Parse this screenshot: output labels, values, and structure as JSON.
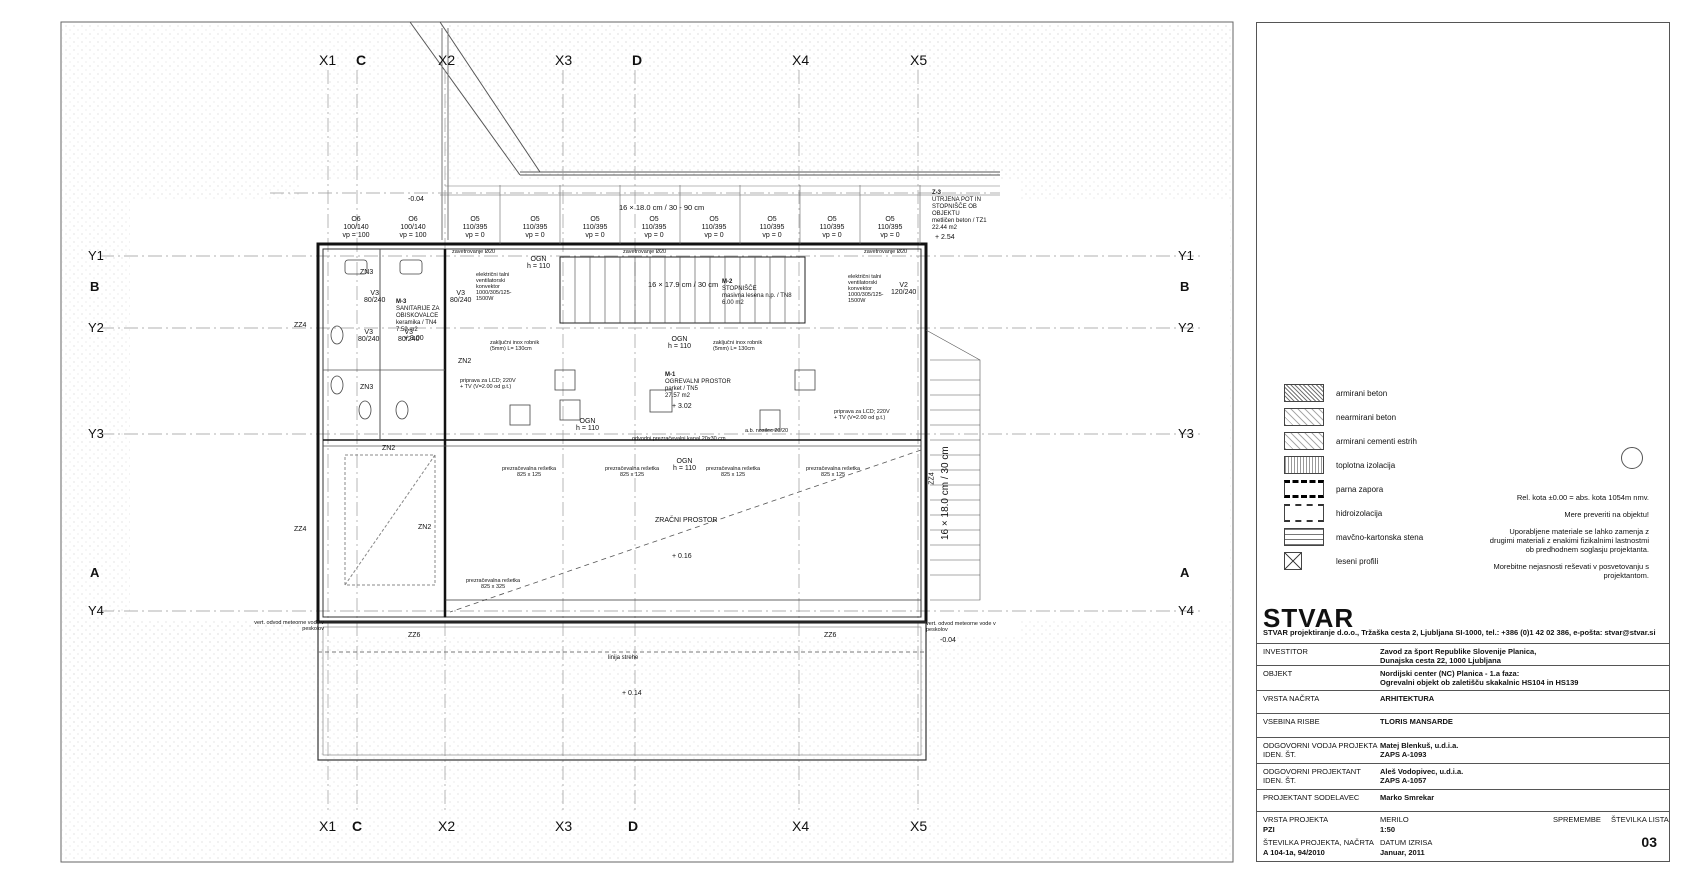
{
  "grid": {
    "x_axes": [
      "X1",
      "X2",
      "X3",
      "X4",
      "X5"
    ],
    "letters_top": [
      "C",
      "D"
    ],
    "y_axes": [
      "Y1",
      "Y2",
      "Y3",
      "Y4"
    ],
    "side_letters": [
      "B",
      "A"
    ]
  },
  "levels": [
    "-0.04",
    "+ 3.00",
    "+ 3.02",
    "+ 2.54",
    "+ 0.16",
    "+ 0.14",
    "-0.04"
  ],
  "stair_label_top": "16 × 18.0 cm / 30 - 90 cm",
  "stair_label_mid": "16 × 17.9 cm / 30 cm",
  "stair_label_side": "16 × 18.0 cm / 30 cm",
  "windows": [
    {
      "id": "O6",
      "size": "100/140",
      "vp": "vp = 100"
    },
    {
      "id": "O6",
      "size": "100/140",
      "vp": "vp = 100"
    },
    {
      "id": "O5",
      "size": "110/395",
      "vp": "vp = 0"
    },
    {
      "id": "O5",
      "size": "110/395",
      "vp": "vp = 0"
    },
    {
      "id": "O5",
      "size": "110/395",
      "vp": "vp = 0"
    },
    {
      "id": "O5",
      "size": "110/395",
      "vp": "vp = 0"
    },
    {
      "id": "O5",
      "size": "110/395",
      "vp": "vp = 0"
    },
    {
      "id": "O5",
      "size": "110/395",
      "vp": "vp = 0"
    },
    {
      "id": "O5",
      "size": "110/395",
      "vp": "vp = 0"
    },
    {
      "id": "O5",
      "size": "110/395",
      "vp": "vp = 0"
    }
  ],
  "rooms": {
    "m3": {
      "id": "M-3",
      "name": "SANITARIJE ZA OBISKOVALCE",
      "finish": "keramika / TN4",
      "area": "7.59 m2"
    },
    "m2": {
      "id": "M-2",
      "name": "STOPNIŠČE",
      "finish": "masivna lesena n.p. / TN8",
      "area": "6.00 m2"
    },
    "m1": {
      "id": "M-1",
      "name": "OGREVALNI PROSTOR",
      "finish": "parket / TN5",
      "area": "27.57 m2"
    },
    "air": "ZRAČNI PROSTOR",
    "z3": {
      "id": "Z-3",
      "name": "UTRJENA POT IN STOPNIŠČE OB OBJEKTU",
      "finish": "metličen beton / TZ1",
      "area": "22.44 m2"
    }
  },
  "labels": {
    "ogn": "OGN",
    "ogn_h": "h = 110",
    "zn": [
      "ZN3",
      "ZN2",
      "ZN2",
      "ZN2",
      "ZN3"
    ],
    "zz": [
      "ZZ4",
      "ZZ4",
      "ZZ4",
      "ZZ6",
      "ZZ6"
    ],
    "doors": [
      {
        "id": "V3",
        "size": "80/240"
      },
      {
        "id": "V3",
        "size": "80/240"
      },
      {
        "id": "V3",
        "size": "80/240"
      },
      {
        "id": "V3",
        "size": "80/240"
      },
      {
        "id": "V2",
        "size": "120/240"
      }
    ],
    "zavetrovanje": "zavetrovanje Ø20",
    "grille": "prezračevalna rešetka",
    "grille_size": "825 x 125",
    "grille_size2": "825 x 325",
    "roof_line": "linija strehe",
    "drain_left": "vert. odvod meteorne vode v peskolov",
    "drain_right": "vert. odvod meteorne vode v peskolov",
    "odvod": "odvodni prezračevalni kanal 20x30 cm",
    "nosilec": "a.b. nosilec 20/20",
    "lcd": "priprava za LCD; 220V + TV (V=2.00 od g.t.)",
    "konvektor": "električni talni ventilatorski konvektor 1000/305/125-1500W",
    "inox": "zaključni inox robnik (5mm) L= 130cm"
  },
  "legend": [
    {
      "label": "armirani beton",
      "pattern": "hatch-dense"
    },
    {
      "label": "nearmirani beton",
      "pattern": "hatch-light"
    },
    {
      "label": "armirani cementi estrih",
      "pattern": "hatch-light"
    },
    {
      "label": "toplotna izolacija",
      "pattern": "insul"
    },
    {
      "label": "parna zapora",
      "pattern": "dash-bold"
    },
    {
      "label": "hidroizolacija",
      "pattern": "dash-thin"
    },
    {
      "label": "mavčno-kartonska stena",
      "pattern": "lines"
    },
    {
      "label": "leseni profili",
      "pattern": "cross"
    }
  ],
  "notes": [
    "Rel. kota ±0.00 = abs. kota 1054m nmv.",
    "Mere preveriti na objektu!",
    "Uporabljene materiale se lahko zamenja z",
    "drugimi materiali z enakimi fizikalnimi lastnostmi",
    "ob predhodnem soglasju projektanta.",
    "Morebitne nejasnosti reševati v posvetovanju s",
    "projektantom."
  ],
  "title_block": {
    "brand": "STVAR",
    "company": "STVAR projektiranje d.o.o., Tržaška cesta 2, Ljubljana SI-1000, tel.: +386 (0)1 42 02 386, e-pošta: stvar@stvar.si",
    "rows": [
      {
        "key": "INVESTITOR",
        "value": "Zavod za šport Republike Slovenije Planica,\nDunajska cesta 22, 1000 Ljubljana"
      },
      {
        "key": "OBJEKT",
        "value": "Nordijski center (NC) Planica - 1.a faza:\nOgrevalni objekt ob zaletišču skakalnic HS104 in HS139"
      },
      {
        "key": "VRSTA NAČRTA",
        "value": "ARHITEKTURA"
      },
      {
        "key": "VSEBINA RISBE",
        "value": "TLORIS MANSARDE"
      },
      {
        "key": "ODGOVORNI VODJA PROJEKTA\nIDEN. ŠT.",
        "value": "Matej Blenkuš, u.d.i.a.\nZAPS A-1093"
      },
      {
        "key": "ODGOVORNI PROJEKTANT\nIDEN. ŠT.",
        "value": "Aleš Vodopivec, u.d.i.a.\nZAPS A-1057"
      },
      {
        "key": "PROJEKTANT SODELAVEC",
        "value": "Marko Smrekar"
      }
    ],
    "project_type_label": "VRSTA PROJEKTA",
    "project_type": "PZI",
    "scale_label": "MERILO",
    "scale": "1:50",
    "changes_label": "SPREMEMBE",
    "sheet_label": "ŠTEVILKA LISTA",
    "sheet_no": "03",
    "project_no_label": "ŠTEVILKA PROJEKTA, NAČRTA",
    "project_no": "A 104-1a, 94/2010",
    "date_label": "DATUM IZRISA",
    "date": "Januar, 2011"
  }
}
